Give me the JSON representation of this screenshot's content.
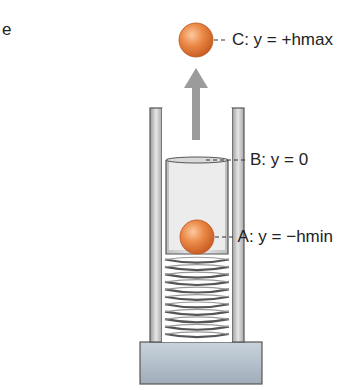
{
  "diagram": {
    "labels": [
      "e",
      "C: y = +hmax",
      "B: y = 0",
      "A: y = −hmin"
    ]
  }
}
